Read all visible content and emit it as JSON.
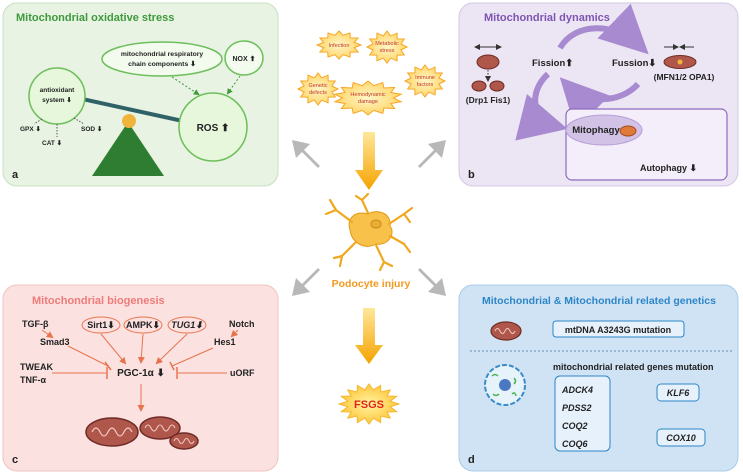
{
  "panels": {
    "a": {
      "title": "Mitochondrial oxidative stress",
      "letter": "a",
      "antioxidant": [
        "antioxidant",
        "system ⬇"
      ],
      "respiratory": [
        "mitochondrial respiratory",
        "chain components ⬇"
      ],
      "nox": "NOX ⬆",
      "ros": "ROS ⬆",
      "gpx": "GPX ⬇",
      "cat": "CAT ⬇",
      "sod": "SOD ⬇"
    },
    "b": {
      "title": "Mitochondrial dynamics",
      "letter": "b",
      "fission": "Fission⬆",
      "fussion": "Fussion⬇",
      "drp": "(Drp1 Fis1)",
      "mfn": "(MFN1/2  OPA1)",
      "mitophagy": "Mitophagy",
      "autophagy": "Autophagy ⬇"
    },
    "c": {
      "title": "Mitochondrial biogenesis",
      "letter": "c",
      "tgf": "TGF-β",
      "smad": "Smad3",
      "sirt": "Sirt1⬇",
      "ampk": "AMPK⬇",
      "tug": "TUG1⬇",
      "notch": "Notch",
      "hes": "Hes1",
      "tweak": "TWEAK",
      "tnf": "TNF-α",
      "pgc": "PGC-1α ⬇",
      "uorf": "uORF"
    },
    "d": {
      "title": "Mitochondrial & Mitochondrial related genetics",
      "letter": "d",
      "mtdna": "mtDNA  A3243G mutation",
      "related": "mitochondrial related genes mutation",
      "genes_left": [
        "ADCK4",
        "PDSS2",
        "COQ2",
        "COQ6"
      ],
      "gene_klf": "KLF6",
      "gene_cox": "COX10"
    }
  },
  "center": {
    "stars": [
      "Infection",
      [
        "Metabolic",
        "stress"
      ],
      [
        "Genetic",
        "defects"
      ],
      [
        "Hemodynamic",
        "damage"
      ],
      [
        "Immune",
        "factors"
      ]
    ],
    "podocyte": "Podocyte injury",
    "fsgs": "FSGS"
  },
  "colors": {
    "panel_a_bg": "#e8f3e3",
    "panel_a_title": "#3f9a3c",
    "panel_b_bg": "#ece5f3",
    "panel_b_title": "#7d55b3",
    "panel_c_bg": "#fbe1e0",
    "panel_c_title": "#ef7b7b",
    "panel_d_bg": "#cfe3f4",
    "panel_d_title": "#2d86c7",
    "orange": "#f5a623",
    "fsgs_red": "#e2231a"
  }
}
